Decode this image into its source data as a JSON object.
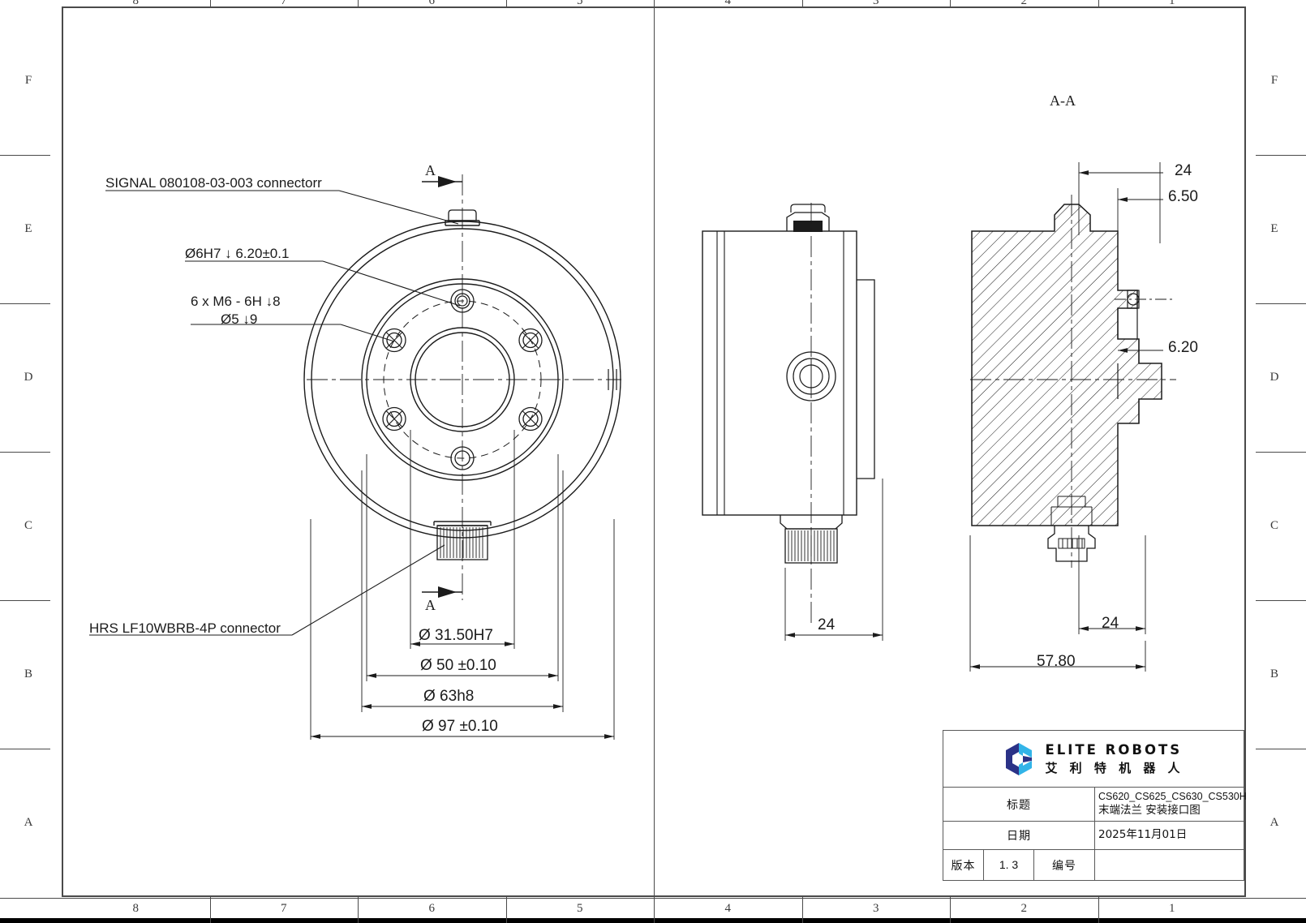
{
  "drawing": {
    "section_label": "A-A",
    "section_marks": [
      "A",
      "A"
    ]
  },
  "frame": {
    "columns": [
      "8",
      "7",
      "6",
      "5",
      "4",
      "3",
      "2",
      "1"
    ],
    "rows": [
      "F",
      "E",
      "D",
      "C",
      "B",
      "A"
    ]
  },
  "notes": [
    {
      "id": "signal-connector",
      "text": "SIGNAL 080108-03-003 connectorr"
    },
    {
      "id": "pin-hole",
      "text": "Ø6H7 ↓ 6.20±0.1"
    },
    {
      "id": "thread-holes-line1",
      "text": "6 x M6 - 6H ↓8"
    },
    {
      "id": "thread-holes-line2",
      "text": "Ø5 ↓9"
    },
    {
      "id": "hrs-connector",
      "text": "HRS LF10WBRB-4P  connector"
    }
  ],
  "dimensions": {
    "front_view": [
      {
        "id": "bore",
        "text": "Ø 31.50H7"
      },
      {
        "id": "bolt-circle",
        "text": "Ø 50 ±0.10"
      },
      {
        "id": "pilot",
        "text": "Ø 63h8"
      },
      {
        "id": "outer",
        "text": "Ø 97 ±0.10"
      }
    ],
    "side_view": [
      {
        "id": "side-width",
        "text": "24"
      }
    ],
    "section_view": [
      {
        "id": "sec-top-24",
        "text": "24"
      },
      {
        "id": "sec-650",
        "text": "6.50"
      },
      {
        "id": "sec-620",
        "text": "6.20"
      },
      {
        "id": "sec-bottom-24",
        "text": "24"
      },
      {
        "id": "sec-total",
        "text": "57.80"
      }
    ]
  },
  "title_block": {
    "logo": {
      "english": "ELITE ROBOTS",
      "chinese": "艾 利 特 机 器 人",
      "mark_color_dark": "#2b3287",
      "mark_color_light": "#32b4e8"
    },
    "rows": {
      "title_label": "标题",
      "title_value_line1": "CS620_CS625_CS630_CS530H",
      "title_value_line2": "末端法兰 安装接口图",
      "date_label": "日期",
      "date_value": "2025年11月01日",
      "version_label": "版本",
      "version_value": "1. 3",
      "number_label": "编号",
      "number_value": ""
    }
  },
  "colors": {
    "line": "#1b1b1b",
    "frame": "#4a4a4a",
    "text": "#1b1b1b"
  }
}
